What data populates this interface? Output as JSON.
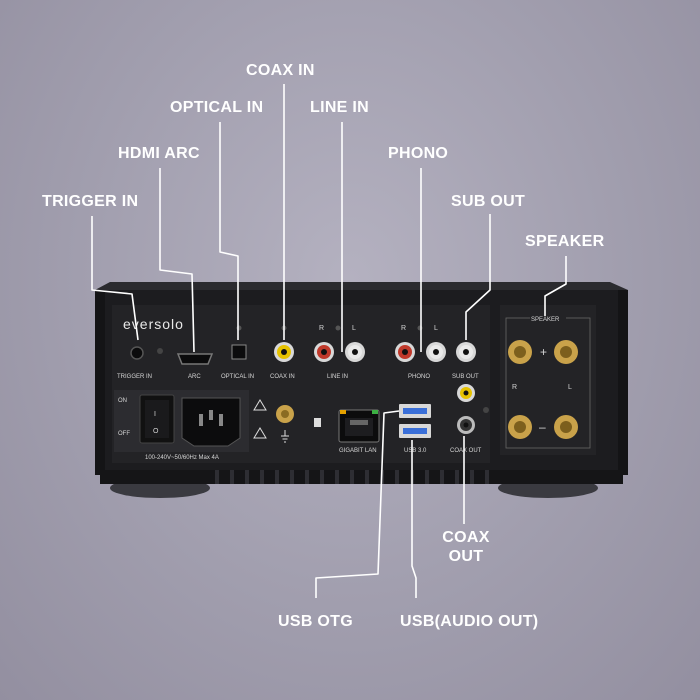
{
  "callouts": {
    "coax_in": "COAX IN",
    "optical_in": "OPTICAL IN",
    "line_in": "LINE IN",
    "hdmi_arc": "HDMI ARC",
    "phono": "PHONO",
    "trigger_in": "TRIGGER IN",
    "sub_out": "SUB OUT",
    "speaker": "SPEAKER",
    "coax_out_line1": "COAX",
    "coax_out_line2": "OUT",
    "usb_otg": "USB OTG",
    "usb_audio_out": "USB(AUDIO OUT)"
  },
  "panel": {
    "brand": "eversolo",
    "trigger_in": "TRIGGER IN",
    "arc": "ARC",
    "optical_in": "OPTICAL IN",
    "coax_in": "COAX IN",
    "line_in": "LINE IN",
    "phono": "PHONO",
    "sub_out": "SUB OUT",
    "speaker": "SPEAKER",
    "r": "R",
    "l": "L",
    "plus": "+",
    "minus": "–",
    "on": "ON",
    "off": "OFF",
    "switch_one": "I",
    "switch_zero": "O",
    "power_rating": "100-240V~50/60Hz Max 4A",
    "gigabit_lan": "GIGABIT LAN",
    "usb_3": "USB 3.0",
    "coax_out": "COAX OUT"
  },
  "colors": {
    "background": "#a19eae",
    "label_text": "#ffffff",
    "chassis": "#1c1c1f",
    "panel": "#262629",
    "gold": "#c9a24a",
    "rca_red": "#c0392b",
    "rca_white": "#e9e9e9",
    "rca_yellow": "#e6c200",
    "usb_blue": "#3a6fd8"
  }
}
